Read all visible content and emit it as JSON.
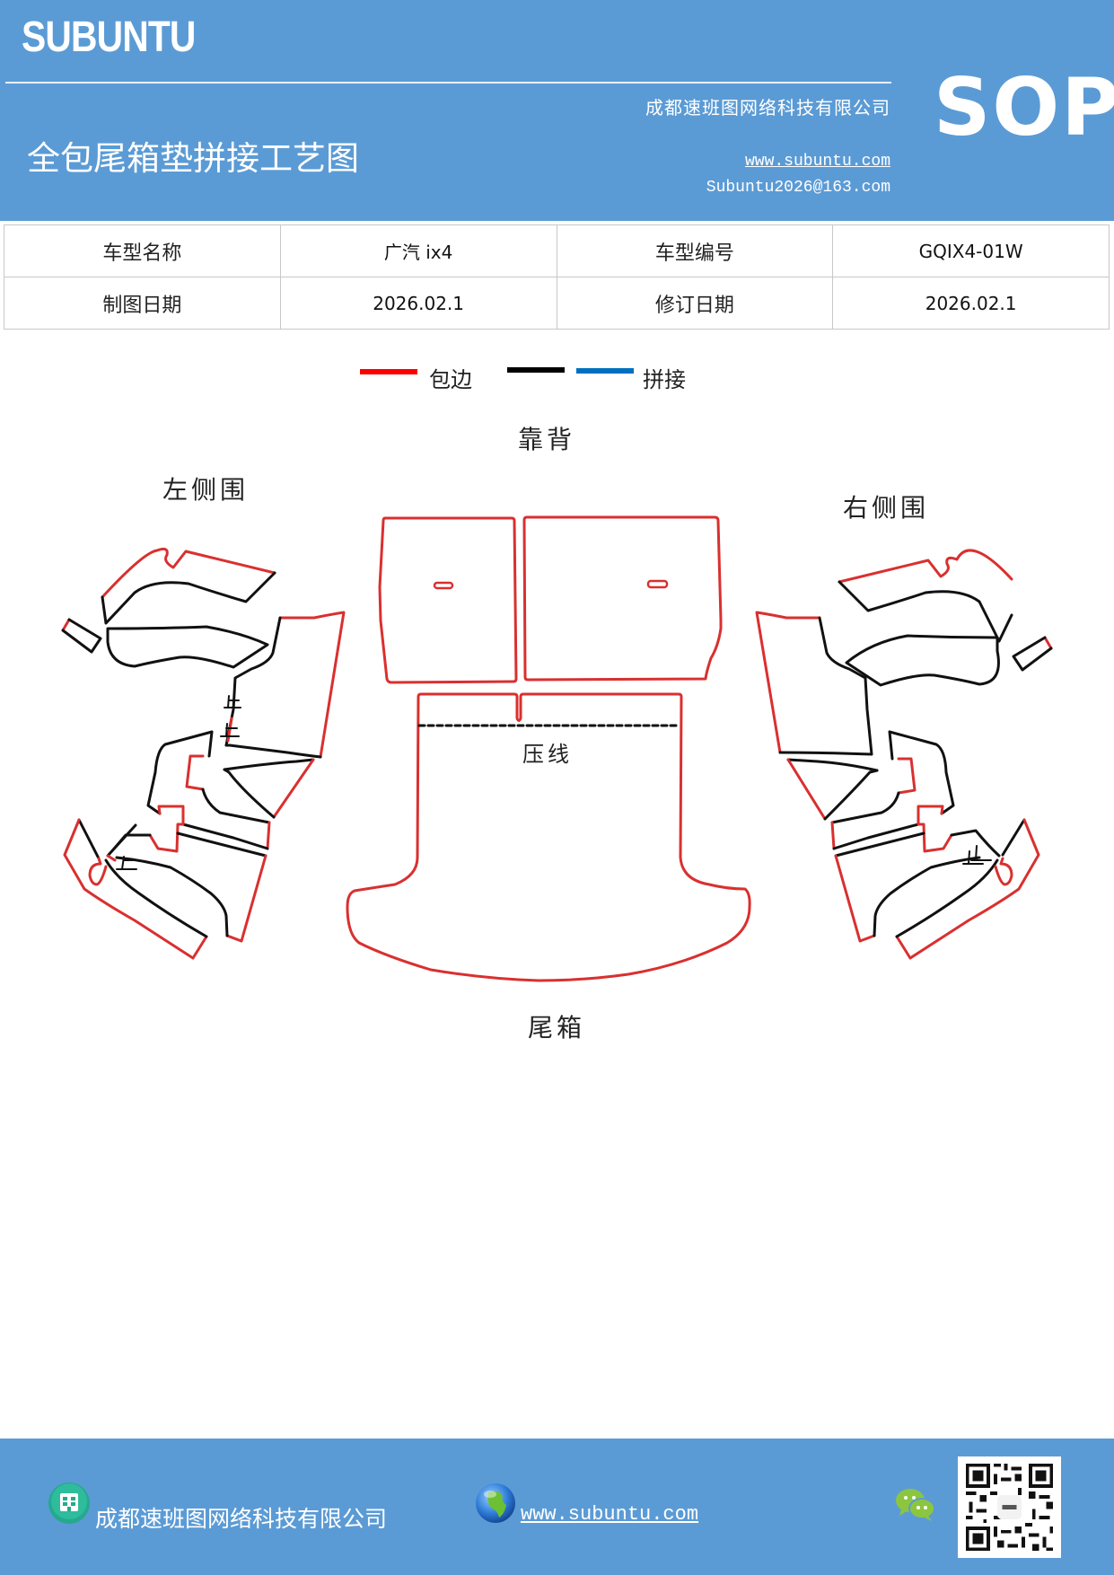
{
  "header": {
    "brand": "SUBUNTU",
    "title": "全包尾箱垫拼接工艺图",
    "company": "成都速班图网络科技有限公司",
    "website": "www.subuntu.com",
    "email": "Subuntu2026@163.com",
    "badge": "SOP",
    "background_color": "#5b9bd5"
  },
  "info_table": {
    "rows": [
      [
        {
          "label": "车型名称",
          "value": "广汽 ix4"
        },
        {
          "label": "车型编号",
          "value": "GQIX4-01W"
        }
      ],
      [
        {
          "label": "制图日期",
          "value": "2026.02.1"
        },
        {
          "label": "修订日期",
          "value": "2026.02.1"
        }
      ]
    ]
  },
  "legend": {
    "items": [
      {
        "color": "#ff0000",
        "label": "包边"
      },
      {
        "color": "#000000",
        "label": ""
      },
      {
        "color": "#0070c0",
        "label": "拼接"
      }
    ]
  },
  "diagram": {
    "labels": {
      "backrest": "靠背",
      "left_side": "左侧围",
      "right_side": "右侧围",
      "crease": "压线",
      "trunk": "尾箱"
    },
    "colors": {
      "edge": "#d9302f",
      "seam": "#111111"
    }
  },
  "footer": {
    "company": "成都速班图网络科技有限公司",
    "website": "www.subuntu.com",
    "icons": [
      "building-icon",
      "globe-icon",
      "wechat-icon",
      "qr-code"
    ]
  }
}
